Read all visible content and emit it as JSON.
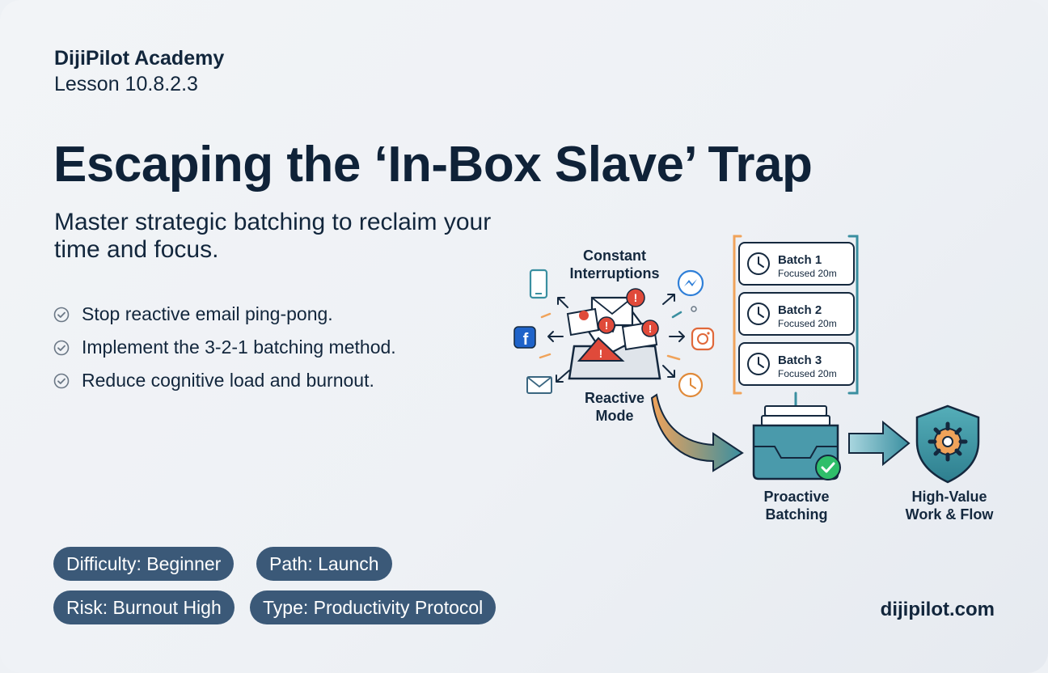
{
  "brand": "DijiPilot Academy",
  "lesson": "Lesson 10.8.2.3",
  "title": "Escaping the ‘In-Box Slave’ Trap",
  "subtitle": "Master strategic batching to reclaim your time and focus.",
  "bullets": [
    "Stop reactive email ping-pong.",
    "Implement the 3-2-1 batching method.",
    "Reduce cognitive load and burnout."
  ],
  "tags": [
    "Difficulty: Beginner",
    "Path: Launch",
    "Risk: Burnout High",
    "Type: Productivity Protocol"
  ],
  "diagram": {
    "interruptions_label": [
      "Constant",
      "Interruptions"
    ],
    "reactive_label": [
      "Reactive",
      "Mode"
    ],
    "batches": [
      {
        "name": "Batch 1",
        "detail": "Focused 20m"
      },
      {
        "name": "Batch 2",
        "detail": "Focused 20m"
      },
      {
        "name": "Batch 3",
        "detail": "Focused 20m"
      }
    ],
    "proactive_label": [
      "Proactive",
      "Batching"
    ],
    "highvalue_label": [
      "High-Value",
      "Work & Flow"
    ],
    "icons": [
      "phone-icon",
      "messenger-icon",
      "facebook-icon",
      "instagram-icon",
      "mail-icon",
      "clock-icon",
      "inbox-tray-icon",
      "check-icon",
      "shield-gear-icon"
    ]
  },
  "footer_url": "dijipilot.com",
  "colors": {
    "navy": "#12263c",
    "pill": "#3b5978",
    "orange": "#f0a35a",
    "teal": "#3a8fa0",
    "alert": "#e04a3a",
    "green": "#2fbe6a"
  }
}
